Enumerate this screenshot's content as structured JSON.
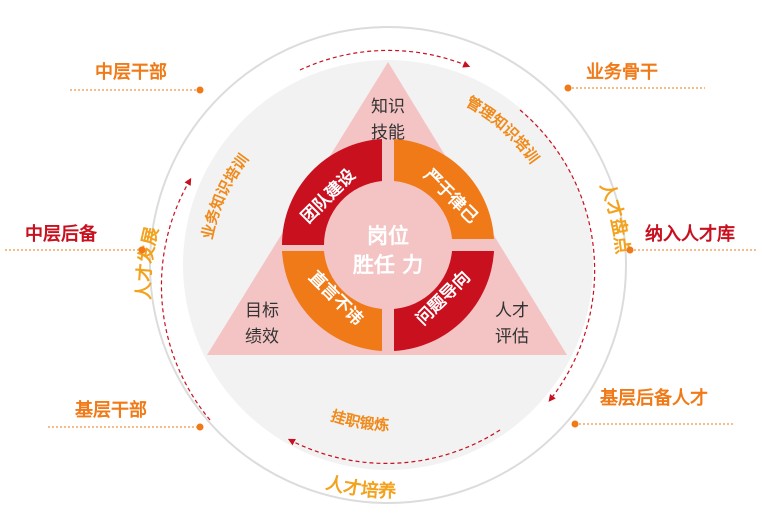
{
  "colors": {
    "red": "#c8101f",
    "orange": "#f07a17",
    "ring_gold": "#f2a21d",
    "triangle": "#f4c4c4",
    "dot": "#f07a17"
  },
  "center": {
    "line1": "岗位",
    "line2": "胜任 力"
  },
  "triangle": {
    "top": [
      "知识",
      "技能"
    ],
    "bottom_left": [
      "目标",
      "绩效"
    ],
    "bottom_right": [
      "人才",
      "评估"
    ]
  },
  "segments": {
    "team_building": "团队建设",
    "strict_discipline": "严于律己",
    "problem_oriented": "问题导向",
    "straight_talk": "直言不讳"
  },
  "ring": {
    "left": "人才发展",
    "right": "人才盘点",
    "bottom": "人才培养"
  },
  "arcs": {
    "top_left": "业务知识培训",
    "top_right": "管理知识培训",
    "bottom": "挂职锻炼"
  },
  "outer_labels": {
    "middle_cadre": "中层干部",
    "business_backbone": "业务骨干",
    "middle_reserve": "中层后备",
    "talent_pool": "纳入人才库",
    "grassroots_cadre": "基层干部",
    "grassroots_reserve": "基层后备人才"
  }
}
